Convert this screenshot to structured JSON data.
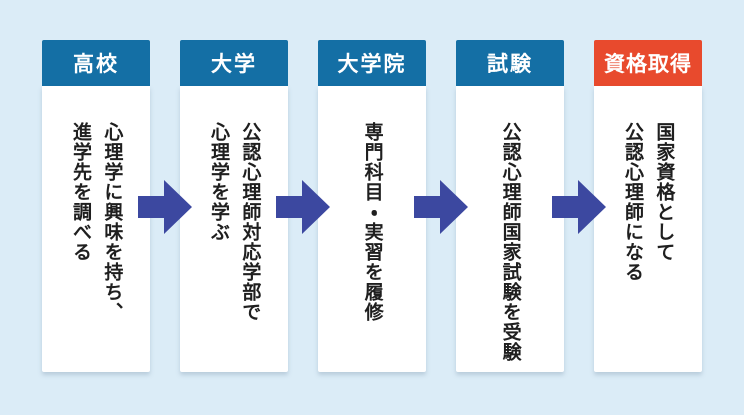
{
  "colors": {
    "background": "#dbecf7",
    "header_blue": "#146fa5",
    "header_red": "#e84a2d",
    "arrow_blue": "#3c48a0",
    "card_white": "#ffffff",
    "text_dark": "#1f1f1f"
  },
  "flow": {
    "steps": [
      {
        "stage": "高校",
        "description": "心理学に興味を持ち、\n進学先を調べる"
      },
      {
        "stage": "大学",
        "description": "公認心理師対応学部で\n心理学を学ぶ"
      },
      {
        "stage": "大学院",
        "description": "専門科目・実習を履修"
      },
      {
        "stage": "試験",
        "description": "公認心理師国家試験を受験"
      },
      {
        "stage": "資格取得",
        "description": "国家資格として\n公認心理師になる"
      }
    ]
  }
}
